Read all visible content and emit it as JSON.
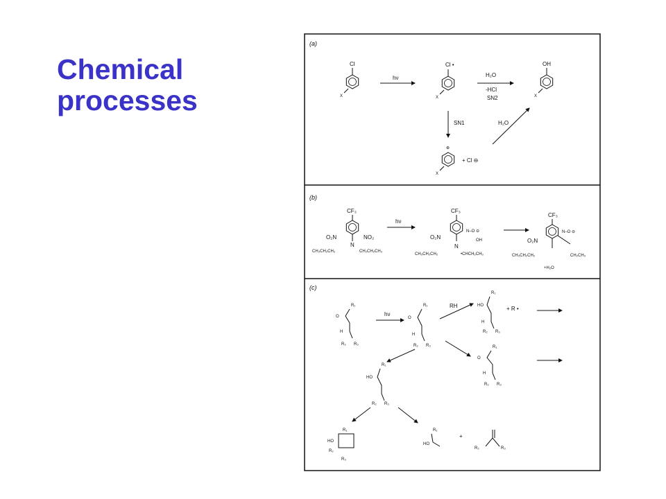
{
  "slide": {
    "title_line1": "Chemical",
    "title_line2": "processes"
  },
  "panels": [
    {
      "label": "(a)",
      "hv": "hν",
      "reagent1": "H₂O",
      "reagent2": "-HCl",
      "mechanism1": "SN2",
      "mechanism2": "SN1",
      "reagent3": "H₂O",
      "structures": {
        "chloro": "Cl",
        "chloro_rad": "Cl •",
        "hydroxy": "OH",
        "sub": "X",
        "cation": "⊕",
        "chloride": "+ Cl ⊖"
      }
    },
    {
      "label": "(b)",
      "hv": "hν",
      "structures": {
        "cf3": "CF₃",
        "no2_left": "O₂N",
        "no2_right": "NO₂",
        "amine_n": "N",
        "chain_left": "CH₃CH₂CH₂",
        "chain_right": "CH₂CH₂CH₃",
        "chain_right_rad": "•CHCH₂CH₃",
        "nitroso": "N–O ⊖",
        "oh": "OH",
        "chain_right_ring": "CH₂CH₃",
        "water": "+H₂O"
      }
    },
    {
      "label": "(c)",
      "hv": "hν",
      "rh": "RH",
      "structures": {
        "r1": "R₁",
        "r2": "R₂",
        "r3": "R₃",
        "o": "O",
        "h": "H",
        "ho": "HO",
        "r_rad": "+ R •"
      }
    }
  ]
}
